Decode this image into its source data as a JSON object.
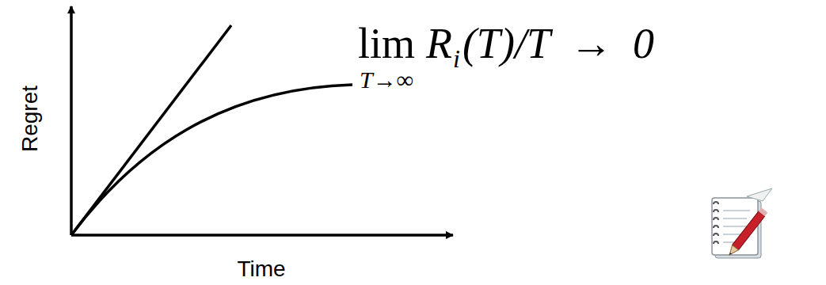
{
  "diagram": {
    "labels": [
      "Regret",
      "Time",
      "lim",
      "T→∞",
      "R",
      "i",
      "(T)/T → 0"
    ]
  }
}
